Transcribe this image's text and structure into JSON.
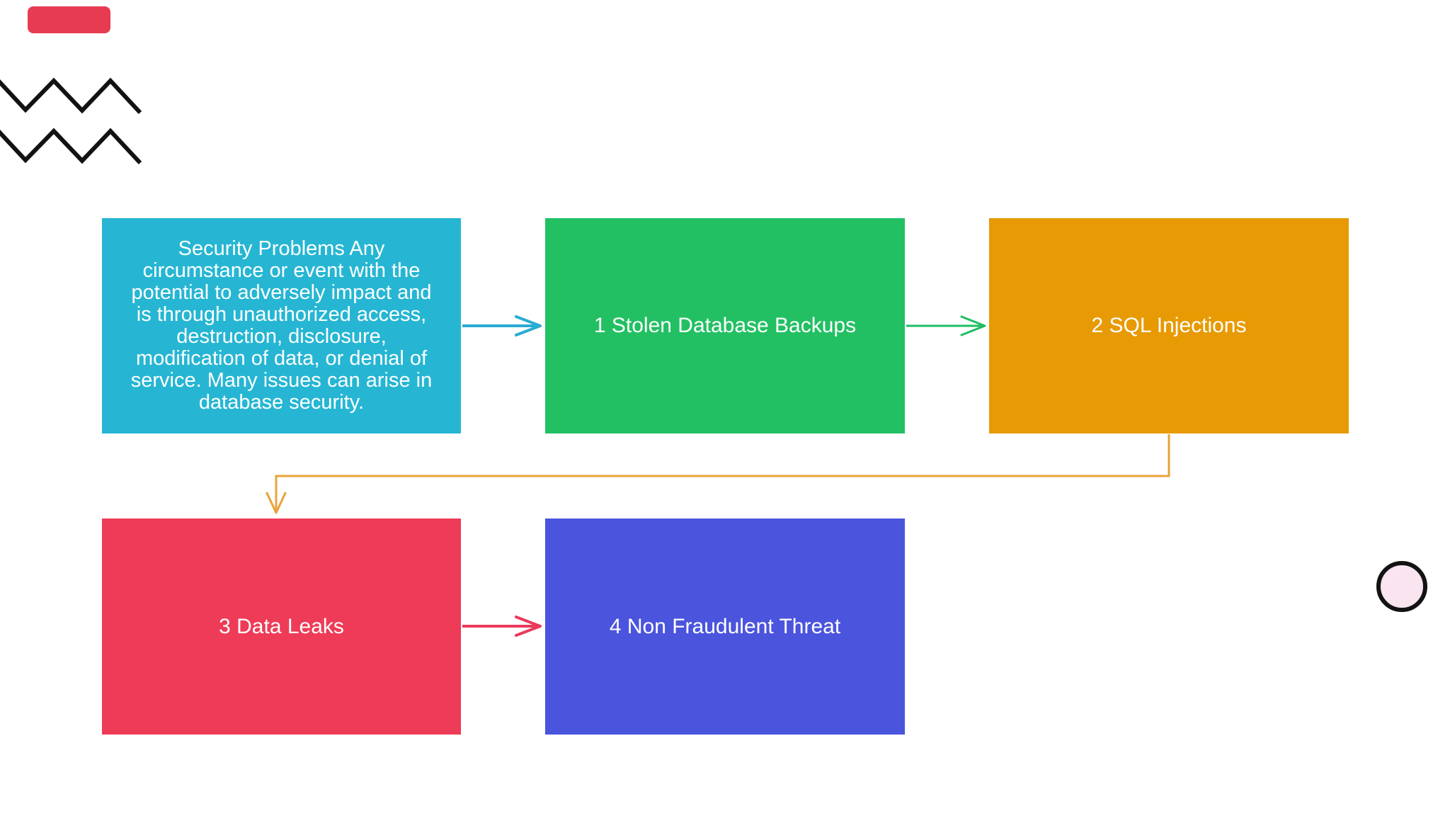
{
  "page": {
    "background": "#ffffff"
  },
  "decorations": {
    "accent_bar": {
      "color": "#e73b52"
    },
    "zigzag": {
      "color": "#121212"
    },
    "circle": {
      "fill": "#f9e4ef",
      "stroke": "#131313"
    }
  },
  "nodes": [
    {
      "name": "security-problems",
      "color": "#26b6d3",
      "text_color": "#ffffff",
      "lines": [
        "Security Problems Any",
        "circumstance or event with the",
        "potential to adversely impact and",
        "is through unauthorized access,",
        "destruction, disclosure,",
        "modification of data, or denial of",
        "service. Many issues can arise in",
        "database security."
      ]
    },
    {
      "name": "stolen-database-backups",
      "color": "#22c063",
      "text_color": "#ffffff",
      "label": "1 Stolen Database Backups"
    },
    {
      "name": "sql-injections",
      "color": "#e79a03",
      "text_color": "#ffffff",
      "label": "2 SQL Injections"
    },
    {
      "name": "data-leaks",
      "color": "#ee3b57",
      "text_color": "#ffffff",
      "label": "3 Data Leaks"
    },
    {
      "name": "non-fraudulent-threat",
      "color": "#4b54dd",
      "text_color": "#ffffff",
      "label": "4 Non Fraudulent Threat"
    }
  ],
  "connectors": [
    {
      "from": "security-problems",
      "to": "stolen-database-backups",
      "color": "#2aabd2"
    },
    {
      "from": "stolen-database-backups",
      "to": "sql-injections",
      "color": "#1fbd62"
    },
    {
      "from": "sql-injections",
      "to": "data-leaks",
      "color": "#e8a33a"
    },
    {
      "from": "data-leaks",
      "to": "non-fraudulent-threat",
      "color": "#e93a5c"
    }
  ]
}
